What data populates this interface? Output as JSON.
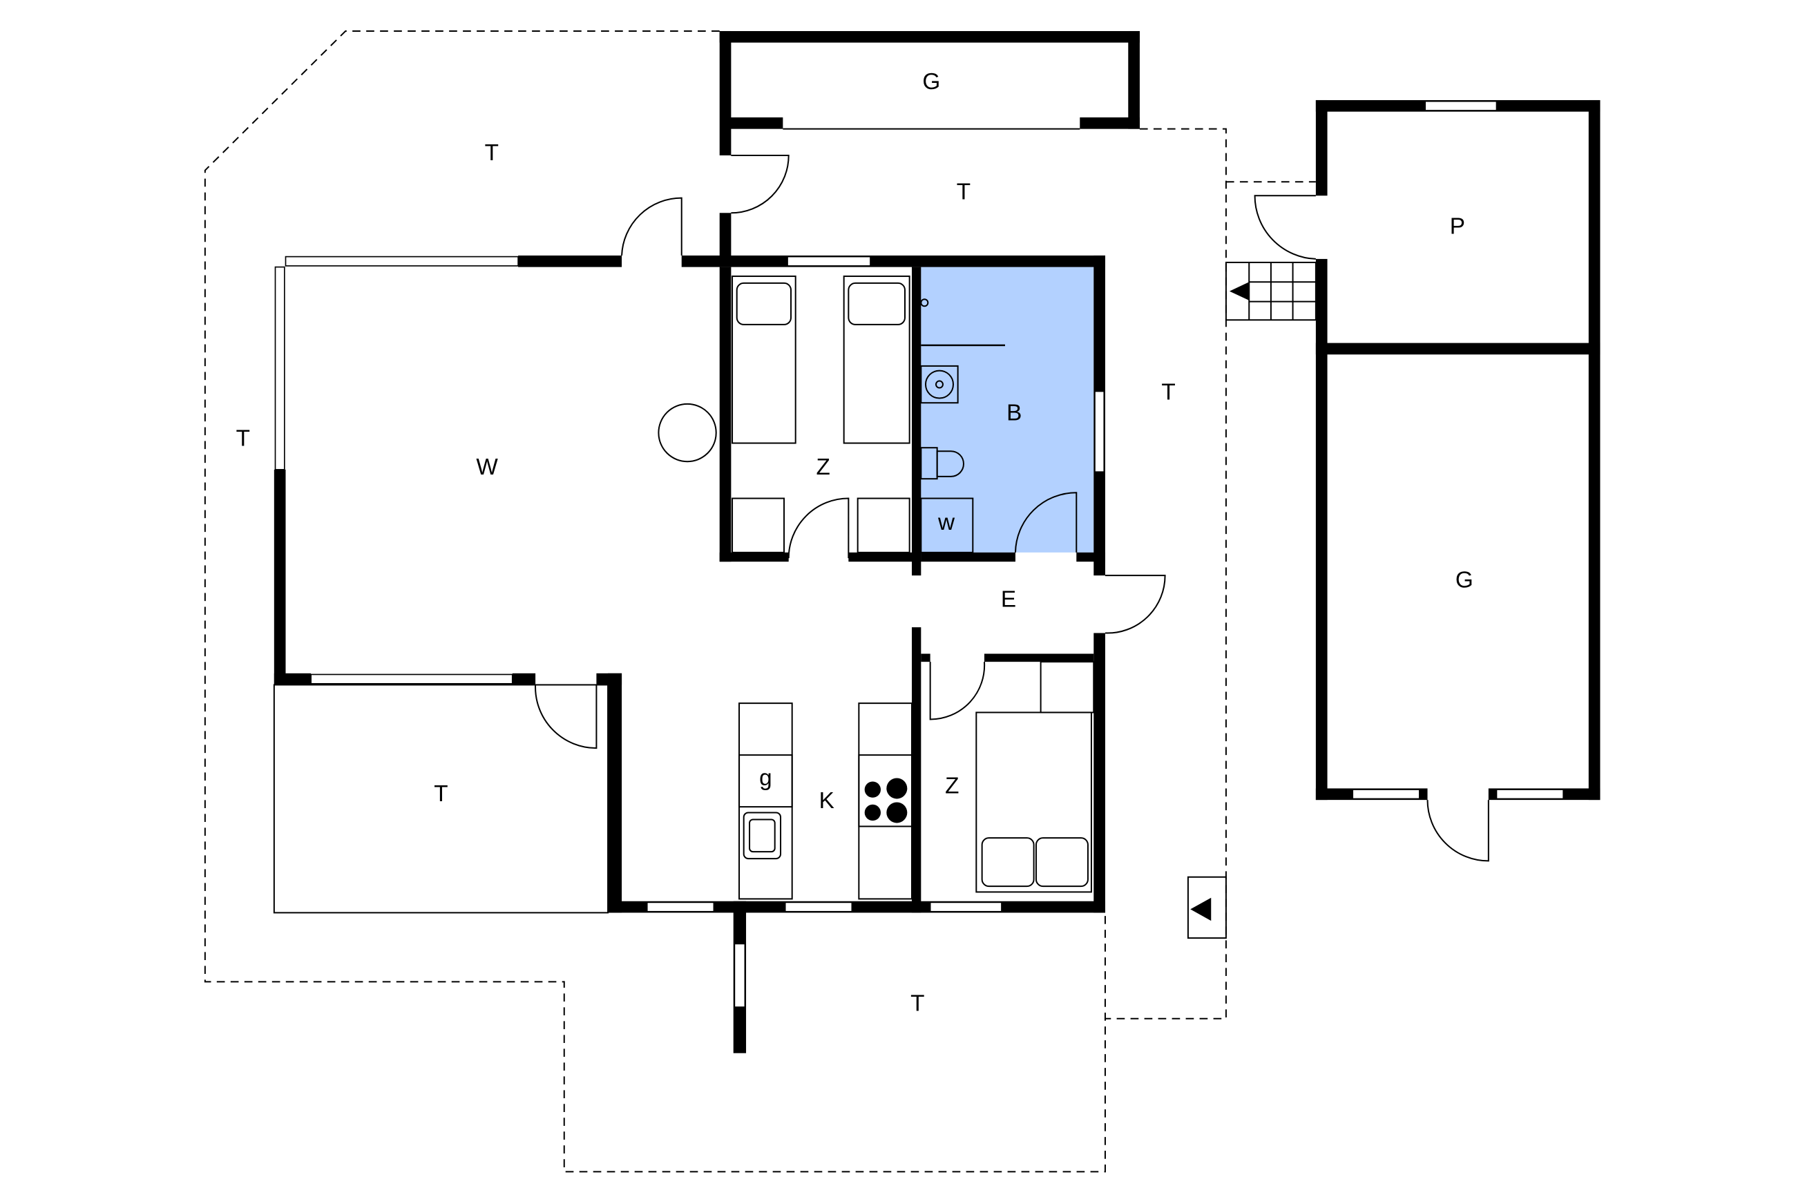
{
  "colors": {
    "bathroom": "#b3d1ff",
    "wall": "#000000"
  },
  "rooms": {
    "garage_top": "G",
    "terrace_top_left": "T",
    "terrace_top_mid": "T",
    "terrace_left": "T",
    "terrace_right": "T",
    "terrace_covered": "T",
    "terrace_bottom": "T",
    "living": "W",
    "bedroom_1": "Z",
    "bathroom": "B",
    "washer": "w",
    "entrance": "E",
    "kitchen": "K",
    "dishwasher": "g",
    "bedroom_2": "Z",
    "shed": "P",
    "garage_right": "G"
  }
}
